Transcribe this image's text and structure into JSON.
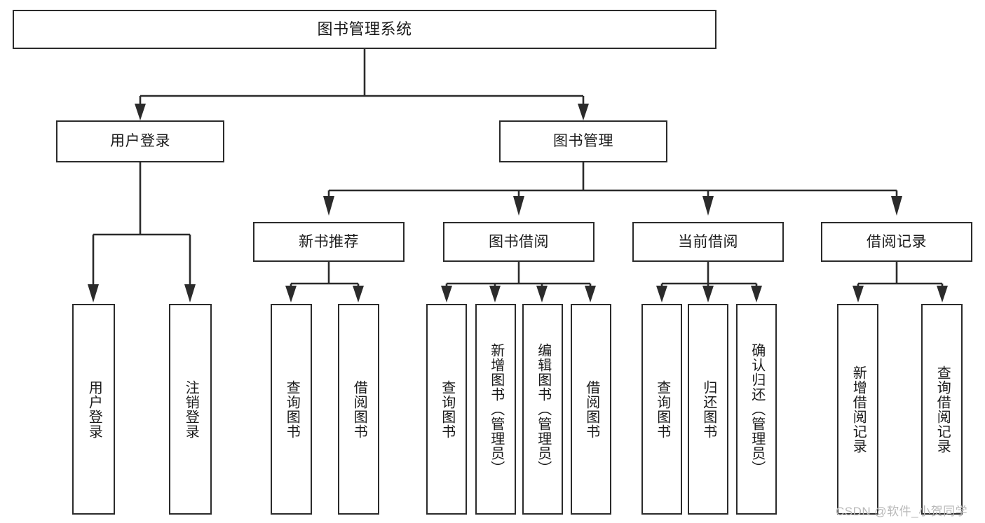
{
  "diagram": {
    "type": "tree-hierarchy",
    "title": "图书管理系统",
    "theme": {
      "stroke": "#2b2b2b",
      "fill": "#ffffff",
      "text": "#1a1a1a",
      "watermark_color": "#b9b9b9"
    },
    "root": {
      "label": "图书管理系统"
    },
    "level2": [
      {
        "id": "user-login",
        "label": "用户登录"
      },
      {
        "id": "book-manage",
        "label": "图书管理"
      }
    ],
    "level3": [
      {
        "id": "new-book-rec",
        "label": "新书推荐"
      },
      {
        "id": "book-borrow",
        "label": "图书借阅"
      },
      {
        "id": "current-borrow",
        "label": "当前借阅"
      },
      {
        "id": "borrow-record",
        "label": "借阅记录"
      }
    ],
    "leaves": {
      "user_login": [
        {
          "id": "leaf-user-login",
          "label": "用户登录"
        },
        {
          "id": "leaf-logout",
          "label": "注销登录"
        }
      ],
      "new_book_rec": [
        {
          "id": "leaf-query-book-1",
          "label": "查询图书"
        },
        {
          "id": "leaf-borrow-book-1",
          "label": "借阅图书"
        }
      ],
      "book_borrow": [
        {
          "id": "leaf-query-book-2",
          "label": "查询图书"
        },
        {
          "id": "leaf-add-book",
          "label": "新增图书（管理员）"
        },
        {
          "id": "leaf-edit-book",
          "label": "编辑图书（管理员）"
        },
        {
          "id": "leaf-borrow-book-2",
          "label": "借阅图书"
        }
      ],
      "current_borrow": [
        {
          "id": "leaf-query-book-3",
          "label": "查询图书"
        },
        {
          "id": "leaf-return-book",
          "label": "归还图书"
        },
        {
          "id": "leaf-confirm-return",
          "label": "确认归还（管理员）"
        }
      ],
      "borrow_record": [
        {
          "id": "leaf-add-record",
          "label": "新增借阅记录"
        },
        {
          "id": "leaf-query-record",
          "label": "查询借阅记录"
        }
      ]
    },
    "watermark": "CSDN @软件_小贺同学"
  }
}
